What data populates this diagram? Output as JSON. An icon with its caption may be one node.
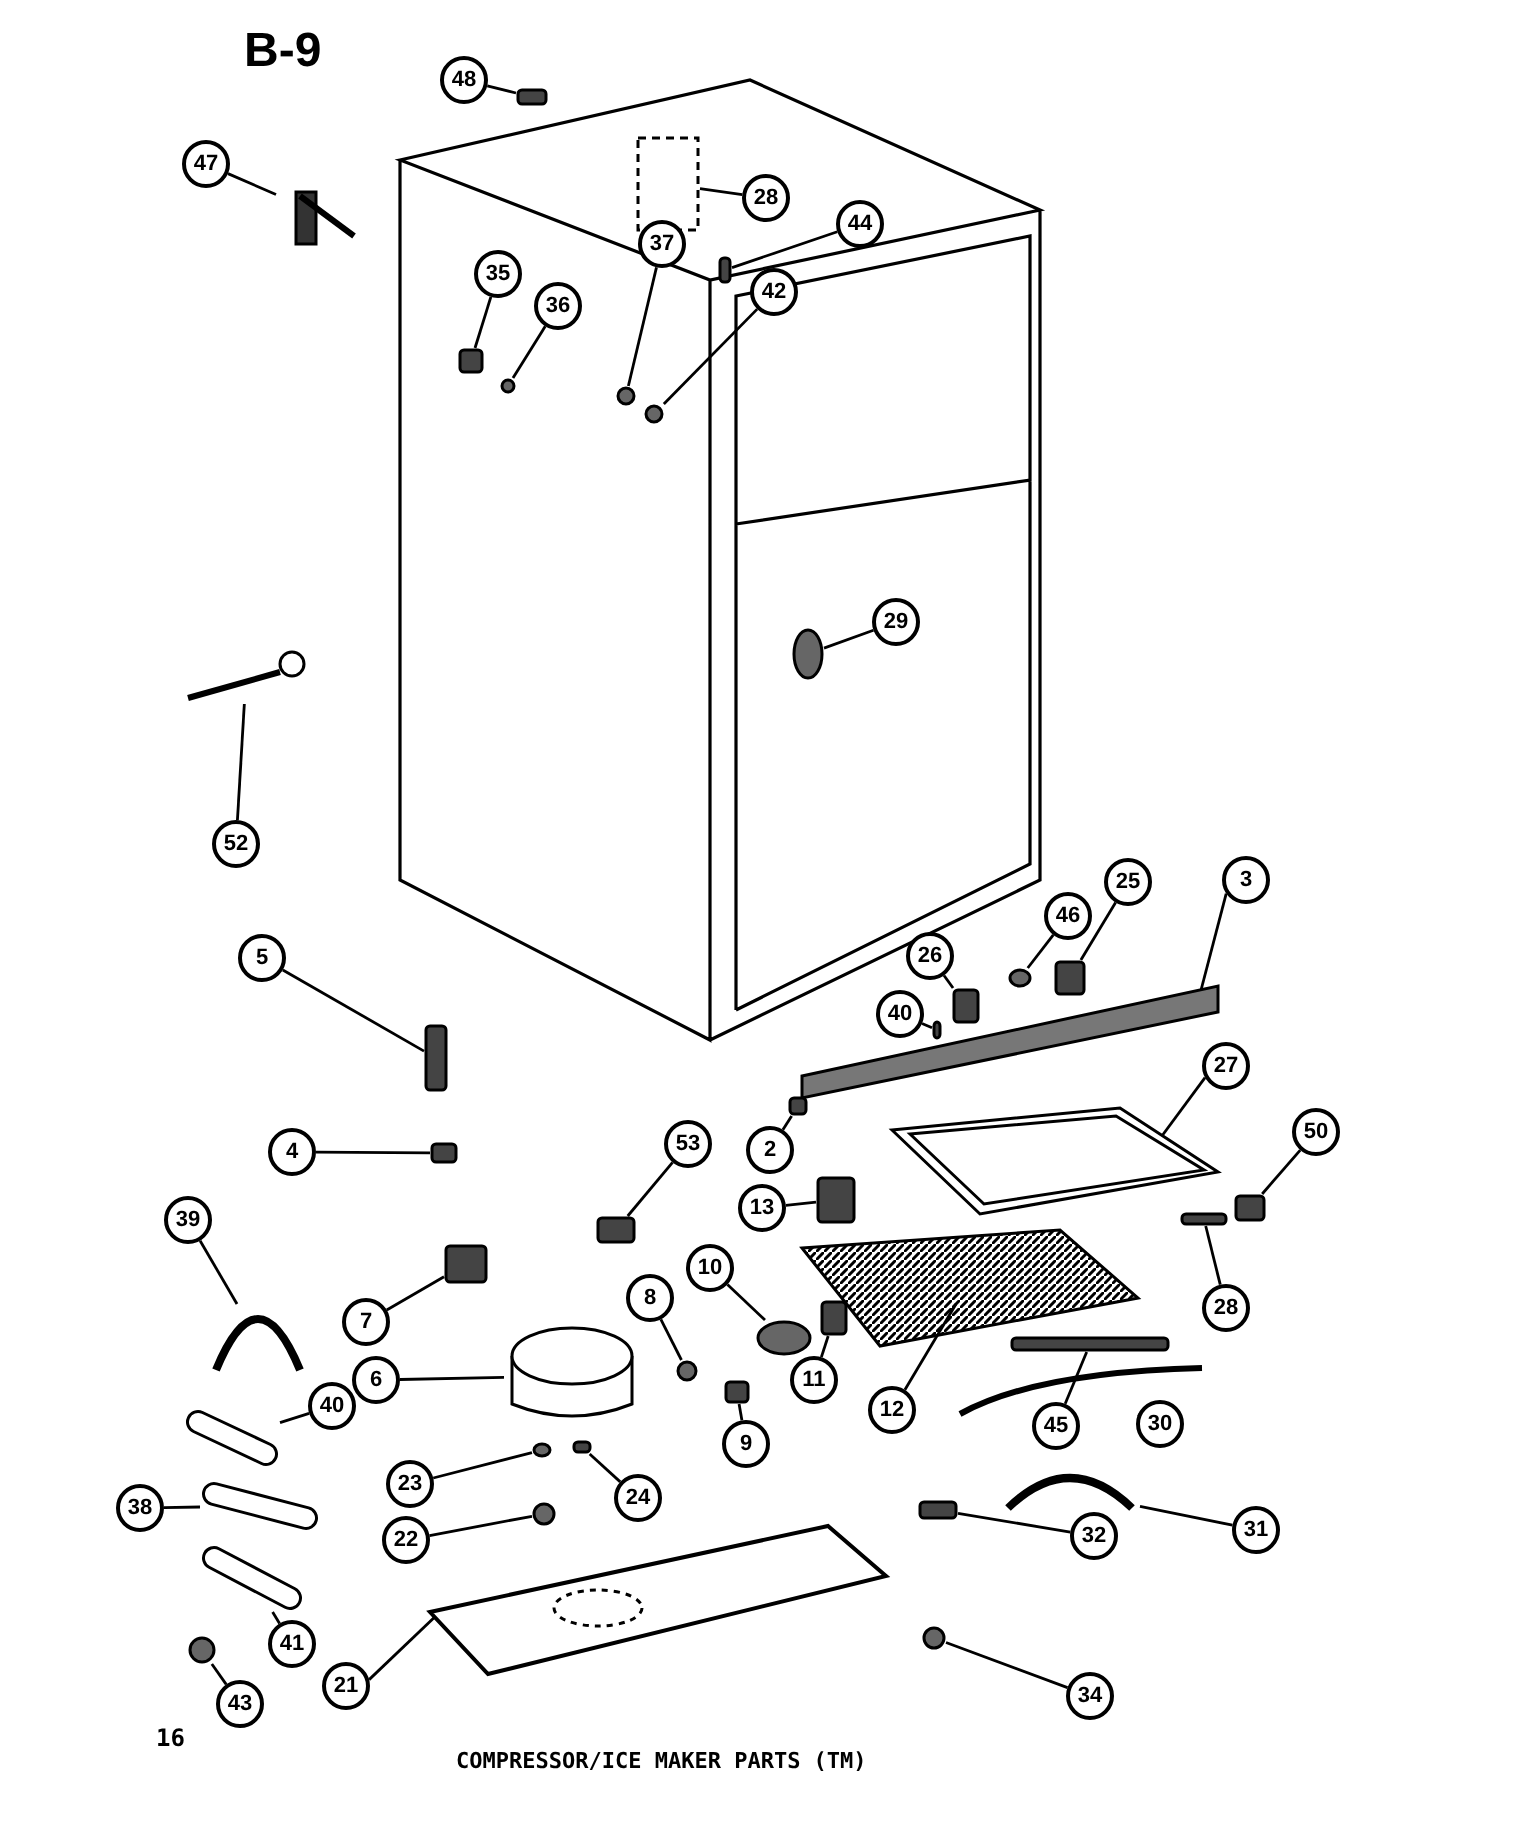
{
  "diagram": {
    "title": "B-9",
    "caption": "COMPRESSOR/ICE MAKER PARTS (TM)",
    "nodes": [
      {
        "text": [
          "48"
        ]
      },
      {
        "text": [],
        "shape": "box"
      },
      {
        "text": [
          "47"
        ]
      },
      {
        "text": [],
        "shape": "picture"
      },
      {
        "text": [
          "28"
        ]
      },
      {
        "text": [],
        "shape": "box"
      },
      {
        "text": [
          "44"
        ]
      },
      {
        "text": [],
        "shape": "box"
      },
      {
        "text": [
          "35"
        ]
      },
      {
        "text": [],
        "shape": "box"
      },
      {
        "text": [
          "36"
        ]
      },
      {
        "text": [],
        "shape": "circle"
      },
      {
        "text": [
          "37"
        ]
      },
      {
        "text": [],
        "shape": "circle"
      },
      {
        "text": [
          "42"
        ]
      },
      {
        "text": [],
        "shape": "circle"
      },
      {
        "text": [
          "29"
        ]
      },
      {
        "text": [],
        "shape": "circle"
      },
      {
        "text": [
          "52"
        ]
      },
      {
        "text": [],
        "shape": "picture"
      },
      {
        "text": [
          "3"
        ]
      },
      {
        "text": [],
        "shape": "picture"
      },
      {
        "text": [
          "25"
        ]
      },
      {
        "text": [],
        "shape": "box"
      },
      {
        "text": [
          "46"
        ]
      },
      {
        "text": [],
        "shape": "circle"
      },
      {
        "text": [
          "26"
        ]
      },
      {
        "text": [],
        "shape": "box"
      },
      {
        "text": [
          "40"
        ]
      },
      {
        "text": [],
        "shape": "box"
      },
      {
        "text": [
          "5"
        ]
      },
      {
        "text": [],
        "shape": "box"
      },
      {
        "text": [
          "27"
        ]
      },
      {
        "text": [],
        "shape": "picture"
      },
      {
        "text": [
          "2"
        ]
      },
      {
        "text": [],
        "shape": "box"
      },
      {
        "text": [
          "4"
        ]
      },
      {
        "text": [],
        "shape": "box"
      },
      {
        "text": [
          "53"
        ]
      },
      {
        "text": [],
        "shape": "box"
      },
      {
        "text": [
          "13"
        ]
      },
      {
        "text": [],
        "shape": "box"
      },
      {
        "text": [
          "50"
        ]
      },
      {
        "text": [],
        "shape": "box"
      },
      {
        "text": [
          "39"
        ]
      },
      {
        "text": [],
        "shape": "picture"
      },
      {
        "text": [
          "7"
        ]
      },
      {
        "text": [],
        "shape": "box"
      },
      {
        "text": [
          "28"
        ]
      },
      {
        "text": [],
        "shape": "box"
      },
      {
        "text": [
          "10"
        ]
      },
      {
        "text": [],
        "shape": "circle"
      },
      {
        "text": [
          "8"
        ]
      },
      {
        "text": [],
        "shape": "circle"
      },
      {
        "text": [
          "6"
        ]
      },
      {
        "text": [],
        "shape": "cylinder"
      },
      {
        "text": [
          "40"
        ]
      },
      {
        "text": [],
        "shape": "picture"
      },
      {
        "text": [
          "11"
        ]
      },
      {
        "text": [],
        "shape": "box"
      },
      {
        "text": [
          "9"
        ]
      },
      {
        "text": [],
        "shape": "box"
      },
      {
        "text": [
          "12"
        ]
      },
      {
        "text": [],
        "shape": "picture"
      },
      {
        "text": [
          "23"
        ]
      },
      {
        "text": [],
        "shape": "circle"
      },
      {
        "text": [
          "24"
        ]
      },
      {
        "text": [],
        "shape": "box"
      },
      {
        "text": [
          "45"
        ]
      },
      {
        "text": [],
        "shape": "box"
      },
      {
        "text": [
          "30"
        ]
      },
      {
        "text": [],
        "shape": "picture"
      },
      {
        "text": [
          "38"
        ]
      },
      {
        "text": [],
        "shape": "picture"
      },
      {
        "text": [
          "22"
        ]
      },
      {
        "text": [],
        "shape": "circle"
      },
      {
        "text": [
          "31"
        ]
      },
      {
        "text": [],
        "shape": "picture"
      },
      {
        "text": [
          "32"
        ]
      },
      {
        "text": [],
        "shape": "box"
      },
      {
        "text": [
          "41"
        ]
      },
      {
        "text": [],
        "shape": "picture"
      },
      {
        "text": [
          "21"
        ]
      },
      {
        "text": [],
        "shape": "picture"
      },
      {
        "text": [
          "43"
        ]
      },
      {
        "text": [],
        "shape": "circle"
      },
      {
        "text": [
          "34"
        ]
      },
      {
        "text": [],
        "shape": "circle"
      }
    ],
    "edges": [
      {
        "from": 0,
        "to": 1,
        "arrow": "none"
      },
      {
        "from": 2,
        "to": 3,
        "arrow": "none"
      },
      {
        "from": 4,
        "to": 5,
        "arrow": "none"
      },
      {
        "from": 6,
        "to": 7,
        "arrow": "none"
      },
      {
        "from": 8,
        "to": 9,
        "arrow": "none"
      },
      {
        "from": 10,
        "to": 11,
        "arrow": "none"
      },
      {
        "from": 12,
        "to": 13,
        "arrow": "none"
      },
      {
        "from": 14,
        "to": 15,
        "arrow": "none"
      },
      {
        "from": 16,
        "to": 17,
        "arrow": "none"
      },
      {
        "from": 18,
        "to": 19,
        "arrow": "none"
      },
      {
        "from": 20,
        "to": 21,
        "arrow": "none"
      },
      {
        "from": 22,
        "to": 23,
        "arrow": "none"
      },
      {
        "from": 24,
        "to": 25,
        "arrow": "none"
      },
      {
        "from": 26,
        "to": 27,
        "arrow": "none"
      },
      {
        "from": 28,
        "to": 29,
        "arrow": "none"
      },
      {
        "from": 30,
        "to": 31,
        "arrow": "none"
      },
      {
        "from": 32,
        "to": 33,
        "arrow": "none"
      },
      {
        "from": 34,
        "to": 35,
        "arrow": "none"
      },
      {
        "from": 36,
        "to": 37,
        "arrow": "none"
      },
      {
        "from": 38,
        "to": 39,
        "arrow": "none"
      },
      {
        "from": 40,
        "to": 41,
        "arrow": "none"
      },
      {
        "from": 42,
        "to": 43,
        "arrow": "none"
      },
      {
        "from": 44,
        "to": 45,
        "arrow": "none"
      },
      {
        "from": 46,
        "to": 47,
        "arrow": "none"
      },
      {
        "from": 48,
        "to": 49,
        "arrow": "none"
      },
      {
        "from": 50,
        "to": 51,
        "arrow": "none"
      },
      {
        "from": 52,
        "to": 53,
        "arrow": "none"
      },
      {
        "from": 54,
        "to": 55,
        "arrow": "none"
      },
      {
        "from": 56,
        "to": 57,
        "arrow": "none"
      },
      {
        "from": 58,
        "to": 59,
        "arrow": "none"
      },
      {
        "from": 60,
        "to": 61,
        "arrow": "none"
      },
      {
        "from": 62,
        "to": 63,
        "arrow": "none"
      },
      {
        "from": 64,
        "to": 65,
        "arrow": "none"
      },
      {
        "from": 66,
        "to": 67,
        "arrow": "none"
      },
      {
        "from": 68,
        "to": 69,
        "arrow": "none"
      },
      {
        "from": 70,
        "to": 71,
        "arrow": "none"
      },
      {
        "from": 72,
        "to": 73,
        "arrow": "none"
      },
      {
        "from": 74,
        "to": 75,
        "arrow": "none"
      },
      {
        "from": 76,
        "to": 77,
        "arrow": "none"
      },
      {
        "from": 78,
        "to": 79,
        "arrow": "none"
      },
      {
        "from": 80,
        "to": 81,
        "arrow": "none"
      },
      {
        "from": 82,
        "to": 83,
        "arrow": "none"
      },
      {
        "from": 84,
        "to": 85,
        "arrow": "none"
      },
      {
        "from": 86,
        "to": 87,
        "arrow": "none"
      }
    ],
    "labels": [
      "16"
    ]
  }
}
